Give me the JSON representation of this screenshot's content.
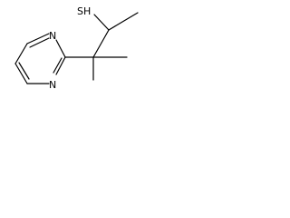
{
  "molecule": {
    "atoms": {
      "n_upper": "N",
      "n_lower": "N",
      "thiol": "SH"
    }
  }
}
